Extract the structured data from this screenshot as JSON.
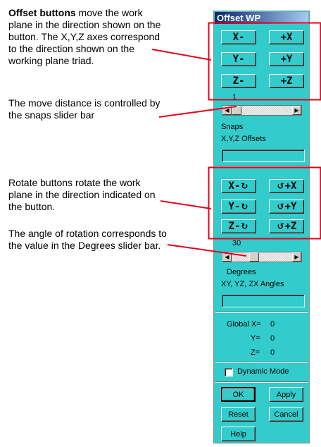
{
  "annotations": {
    "offset_bold": "Offset buttons",
    "offset_rest": " move the work plane in the direction shown on the button.  The X,Y,Z axes correspond to the direction shown on the working plane triad.",
    "move_distance": "The move distance is controlled by the snaps slider bar",
    "rotate": "Rotate buttons rotate the work plane in the direction indicated on the button.",
    "angle": "The angle of rotation corresponds to the value in the Degrees slider bar."
  },
  "panel": {
    "title": "Offset WP",
    "offset_buttons": {
      "x_minus": "X-",
      "x_plus": "+X",
      "y_minus": "Y-",
      "y_plus": "+Y",
      "z_minus": "Z-",
      "z_plus": "+Z"
    },
    "snaps": {
      "value": "1",
      "label": "Snaps",
      "offsets_label": "X,Y,Z Offsets"
    },
    "rotate_buttons": {
      "x_minus": "X-",
      "x_plus": "+X",
      "y_minus": "Y-",
      "y_plus": "+Y",
      "z_minus": "Z-",
      "z_plus": "+Z"
    },
    "degrees": {
      "value": "30",
      "label": "Degrees",
      "angles_label": "XY, YZ, ZX Angles"
    },
    "global": {
      "x_label": "Global X=",
      "x_value": "0",
      "y_label": "Y=",
      "y_value": "0",
      "z_label": "Z=",
      "z_value": "0"
    },
    "dynamic_mode": "Dynamic Mode",
    "buttons": {
      "ok": "OK",
      "apply": "Apply",
      "reset": "Reset",
      "cancel": "Cancel",
      "help": "Help"
    }
  },
  "colors": {
    "panel_bg": "#33cccc",
    "highlight_box": "#e8001c",
    "arrow": "#e8001c"
  }
}
